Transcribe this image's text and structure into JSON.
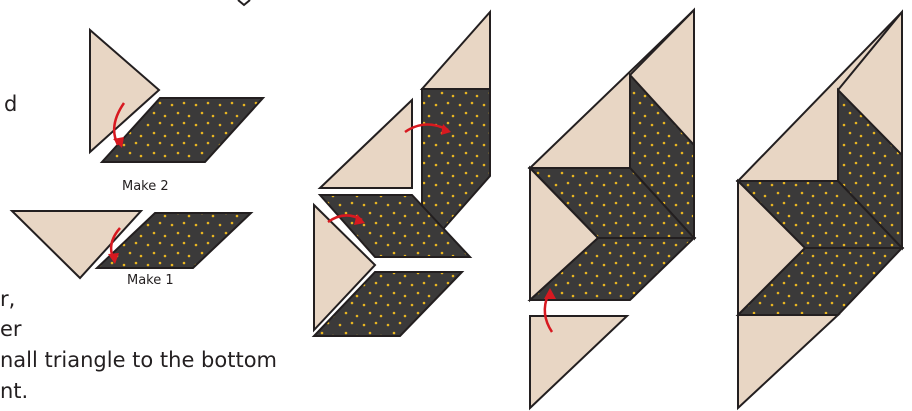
{
  "instructions": {
    "line1_fragment": "d",
    "line2_fragment": "r,",
    "line3_fragment": "er",
    "line4_fragment": "nall triangle to the bottom",
    "line5_fragment": "nt."
  },
  "captions": {
    "make_2": "Make 2",
    "make_1": "Make 1"
  },
  "colors": {
    "light_fabric": "#e8d6c4",
    "dark_fabric": "#3b3a3a",
    "dot": "#e8b521",
    "outline": "#231f20",
    "arrow": "#d71920"
  },
  "icons": {
    "join_arrow": "curved-arrow-icon"
  }
}
